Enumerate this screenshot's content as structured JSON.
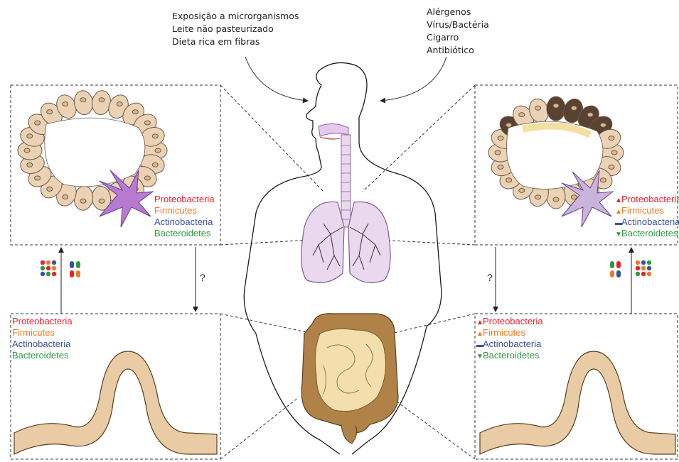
{
  "factors_left": [
    "Exposição a microrganismos",
    "Leite não pasteurizado",
    "Dieta rica em fibras"
  ],
  "factors_right": [
    "Alérgenos",
    "Vírus/Bactéria",
    "Cigarro",
    "Antibiótico"
  ],
  "phyla": [
    {
      "name": "Proteobacteria",
      "color": "#e8202a",
      "change_symbol": "▲"
    },
    {
      "name": "Firmicutes",
      "color": "#f07a22",
      "change_symbol": "▲"
    },
    {
      "name": "Actinobacteria",
      "color": "#3b4fa3",
      "change_symbol": "▬"
    },
    {
      "name": "Bacteroidetes",
      "color": "#2e9a3e",
      "change_symbol": "▼"
    }
  ],
  "question_mark": "?",
  "colors": {
    "cell_fill": "#ecd2b4",
    "cell_stroke": "#6b5a4a",
    "diseased_cell": "#5a4232",
    "lung_fill": "#e9d8ee",
    "gut_large": "#b08248",
    "gut_small": "#f3dfae",
    "body_outline": "#1a1a1a"
  }
}
